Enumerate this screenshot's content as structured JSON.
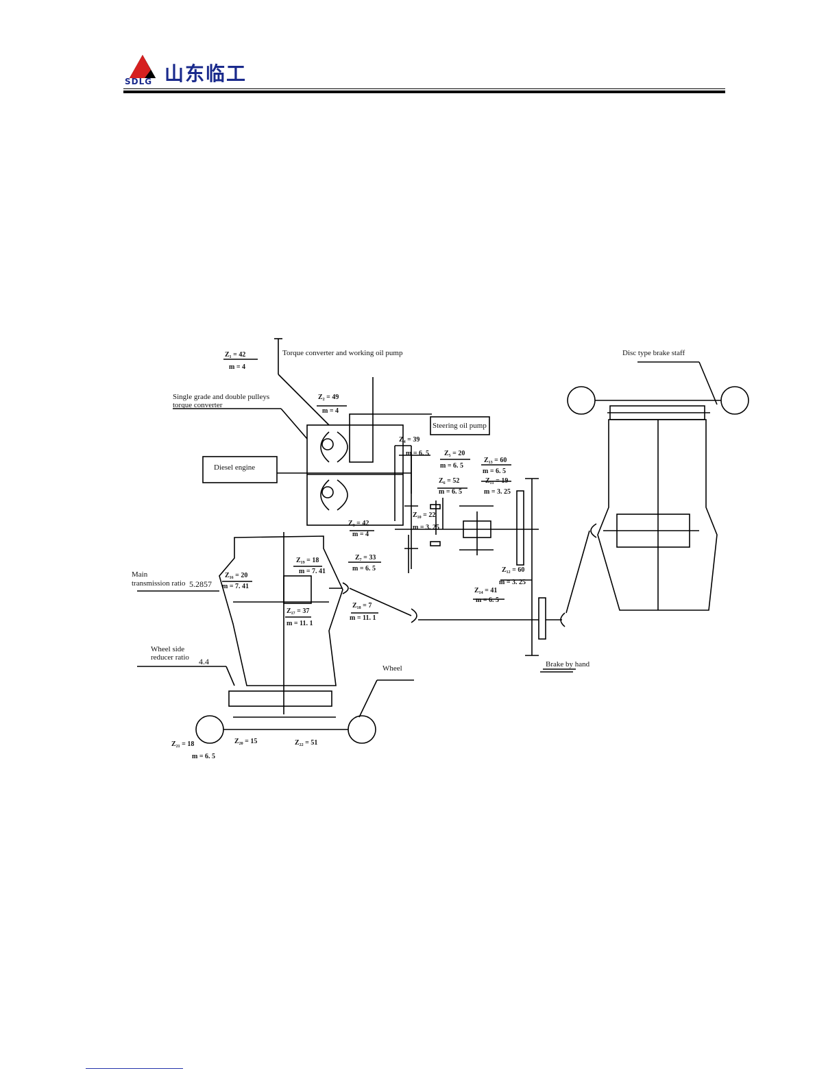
{
  "header": {
    "logo_initials": "SDLG",
    "logo_text": "山东临工",
    "brand_color": "#1a2a8c",
    "accent_color": "#d62020"
  },
  "diagram": {
    "labels": {
      "torque_converter_pump": "Torque converter and working oil pump",
      "disc_brake": "Disc type brake staff",
      "single_grade_1": "Single grade and double pulleys",
      "single_grade_2": "torque converter",
      "steering_pump": "Steering oil pump",
      "diesel_engine": "Diesel engine",
      "main_ratio_1": "Main",
      "main_ratio_2": "transmission ratio",
      "main_ratio_value": "5.2857",
      "wheel_side_1": "Wheel side",
      "wheel_side_2": "reducer ratio",
      "wheel_side_value": "4.4",
      "wheel": "Wheel",
      "brake_by_hand": "Brake by hand"
    },
    "gears": {
      "z1": {
        "z": "Z₁ = 42",
        "m": "m = 4"
      },
      "z2": {
        "z": "Z₂ = 49",
        "m": "m = 4"
      },
      "z4": {
        "z": "Z₄ = 39",
        "m": "m = 6. 5"
      },
      "z5": {
        "z": "Z₅ = 20",
        "m": "m = 6. 5"
      },
      "z6": {
        "z": "Z₆ = 52",
        "m": "m = 6. 5"
      },
      "z13": {
        "z": "Z₁₃ = 60",
        "m": "m = 6. 5"
      },
      "z11": {
        "z": "Z₁₁ = 19",
        "m": "m = 3. 25"
      },
      "z10": {
        "z": "Z₁₀ = 22",
        "m": "m = 3. 25"
      },
      "z3": {
        "z": "Z₃ = 42",
        "m": "m = 4"
      },
      "z7": {
        "z": "Z₇ = 33",
        "m": "m = 6. 5"
      },
      "z12": {
        "z": "Z₁₂ = 60",
        "m": "m = 3. 25"
      },
      "z19": {
        "z": "Z₁₉ = 18",
        "m": "m = 7. 41"
      },
      "z16": {
        "z": "Z₁₆ = 20",
        "m": "m = 7. 41"
      },
      "z17": {
        "z": "Z₁₇ = 37",
        "m": "m = 11. 1"
      },
      "z18": {
        "z": "Z₁₈ = 7",
        "m": "m = 11. 1"
      },
      "z14": {
        "z": "Z₁₄ = 41",
        "m": "m = 6. 5"
      },
      "z21": {
        "z": "Z₂₁ = 18",
        "m": "m = 6. 5"
      },
      "z20": {
        "z": "Z₂₀ = 15"
      },
      "z22": {
        "z": "Z₂₂ = 51"
      }
    }
  }
}
